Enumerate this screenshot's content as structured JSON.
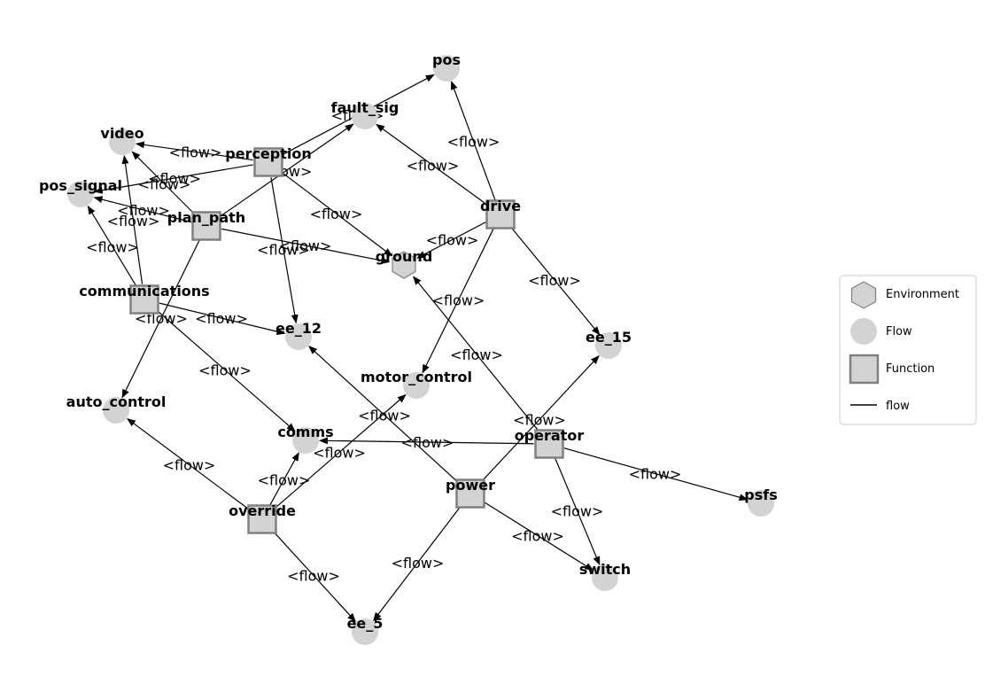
{
  "nodes": [
    {
      "id": "pos",
      "label": "pos",
      "type": "flow"
    },
    {
      "id": "fault_sig",
      "label": "fault_sig",
      "type": "flow"
    },
    {
      "id": "video",
      "label": "video",
      "type": "flow"
    },
    {
      "id": "perception",
      "label": "perception",
      "type": "function"
    },
    {
      "id": "pos_signal",
      "label": "pos_signal",
      "type": "flow"
    },
    {
      "id": "plan_path",
      "label": "plan_path",
      "type": "function"
    },
    {
      "id": "drive",
      "label": "drive",
      "type": "function"
    },
    {
      "id": "ground",
      "label": "ground",
      "type": "environment"
    },
    {
      "id": "communications",
      "label": "communications",
      "type": "function"
    },
    {
      "id": "ee_12",
      "label": "ee_12",
      "type": "flow"
    },
    {
      "id": "ee_15",
      "label": "ee_15",
      "type": "flow"
    },
    {
      "id": "motor_control",
      "label": "motor_control",
      "type": "flow"
    },
    {
      "id": "auto_control",
      "label": "auto_control",
      "type": "flow"
    },
    {
      "id": "comms",
      "label": "comms",
      "type": "flow"
    },
    {
      "id": "operator",
      "label": "operator",
      "type": "function"
    },
    {
      "id": "power",
      "label": "power",
      "type": "function"
    },
    {
      "id": "override",
      "label": "override",
      "type": "function"
    },
    {
      "id": "psfs",
      "label": "psfs",
      "type": "flow"
    },
    {
      "id": "switch",
      "label": "switch",
      "type": "flow"
    },
    {
      "id": "ee_5",
      "label": "ee_5",
      "type": "flow"
    }
  ],
  "edges": [
    {
      "from": "perception",
      "to": "pos",
      "label": "<flow>"
    },
    {
      "from": "perception",
      "to": "video",
      "label": "<flow>"
    },
    {
      "from": "perception",
      "to": "pos_signal",
      "label": "<flow>"
    },
    {
      "from": "perception",
      "to": "ground",
      "label": "<flow>"
    },
    {
      "from": "perception",
      "to": "ee_12",
      "label": "<flow>"
    },
    {
      "from": "plan_path",
      "to": "video",
      "label": "<flow>"
    },
    {
      "from": "plan_path",
      "to": "pos_signal",
      "label": "<flow>"
    },
    {
      "from": "plan_path",
      "to": "fault_sig",
      "label": "<flow>"
    },
    {
      "from": "plan_path",
      "to": "ground",
      "label": "<flow>"
    },
    {
      "from": "plan_path",
      "to": "auto_control",
      "label": "<flow>"
    },
    {
      "from": "drive",
      "to": "pos",
      "label": "<flow>"
    },
    {
      "from": "drive",
      "to": "fault_sig",
      "label": "<flow>"
    },
    {
      "from": "drive",
      "to": "ground",
      "label": "<flow>"
    },
    {
      "from": "drive",
      "to": "ee_15",
      "label": "<flow>"
    },
    {
      "from": "drive",
      "to": "motor_control",
      "label": "<flow>"
    },
    {
      "from": "communications",
      "to": "video",
      "label": "<flow>"
    },
    {
      "from": "communications",
      "to": "pos_signal",
      "label": "<flow>"
    },
    {
      "from": "communications",
      "to": "ee_12",
      "label": "<flow>"
    },
    {
      "from": "communications",
      "to": "comms",
      "label": "<flow>"
    },
    {
      "from": "operator",
      "to": "comms",
      "label": "<flow>"
    },
    {
      "from": "operator",
      "to": "ground",
      "label": "<flow>"
    },
    {
      "from": "operator",
      "to": "psfs",
      "label": "<flow>"
    },
    {
      "from": "operator",
      "to": "switch",
      "label": "<flow>"
    },
    {
      "from": "power",
      "to": "ee_12",
      "label": "<flow>"
    },
    {
      "from": "power",
      "to": "ee_15",
      "label": "<flow>"
    },
    {
      "from": "power",
      "to": "switch",
      "label": "<flow>"
    },
    {
      "from": "power",
      "to": "ee_5",
      "label": "<flow>"
    },
    {
      "from": "override",
      "to": "comms",
      "label": "<flow>"
    },
    {
      "from": "override",
      "to": "motor_control",
      "label": "<flow>"
    },
    {
      "from": "override",
      "to": "auto_control",
      "label": "<flow>"
    },
    {
      "from": "override",
      "to": "ee_5",
      "label": "<flow>"
    }
  ],
  "legend": {
    "environment": "Environment",
    "flow": "Flow",
    "function": "Function",
    "edge": "flow"
  }
}
